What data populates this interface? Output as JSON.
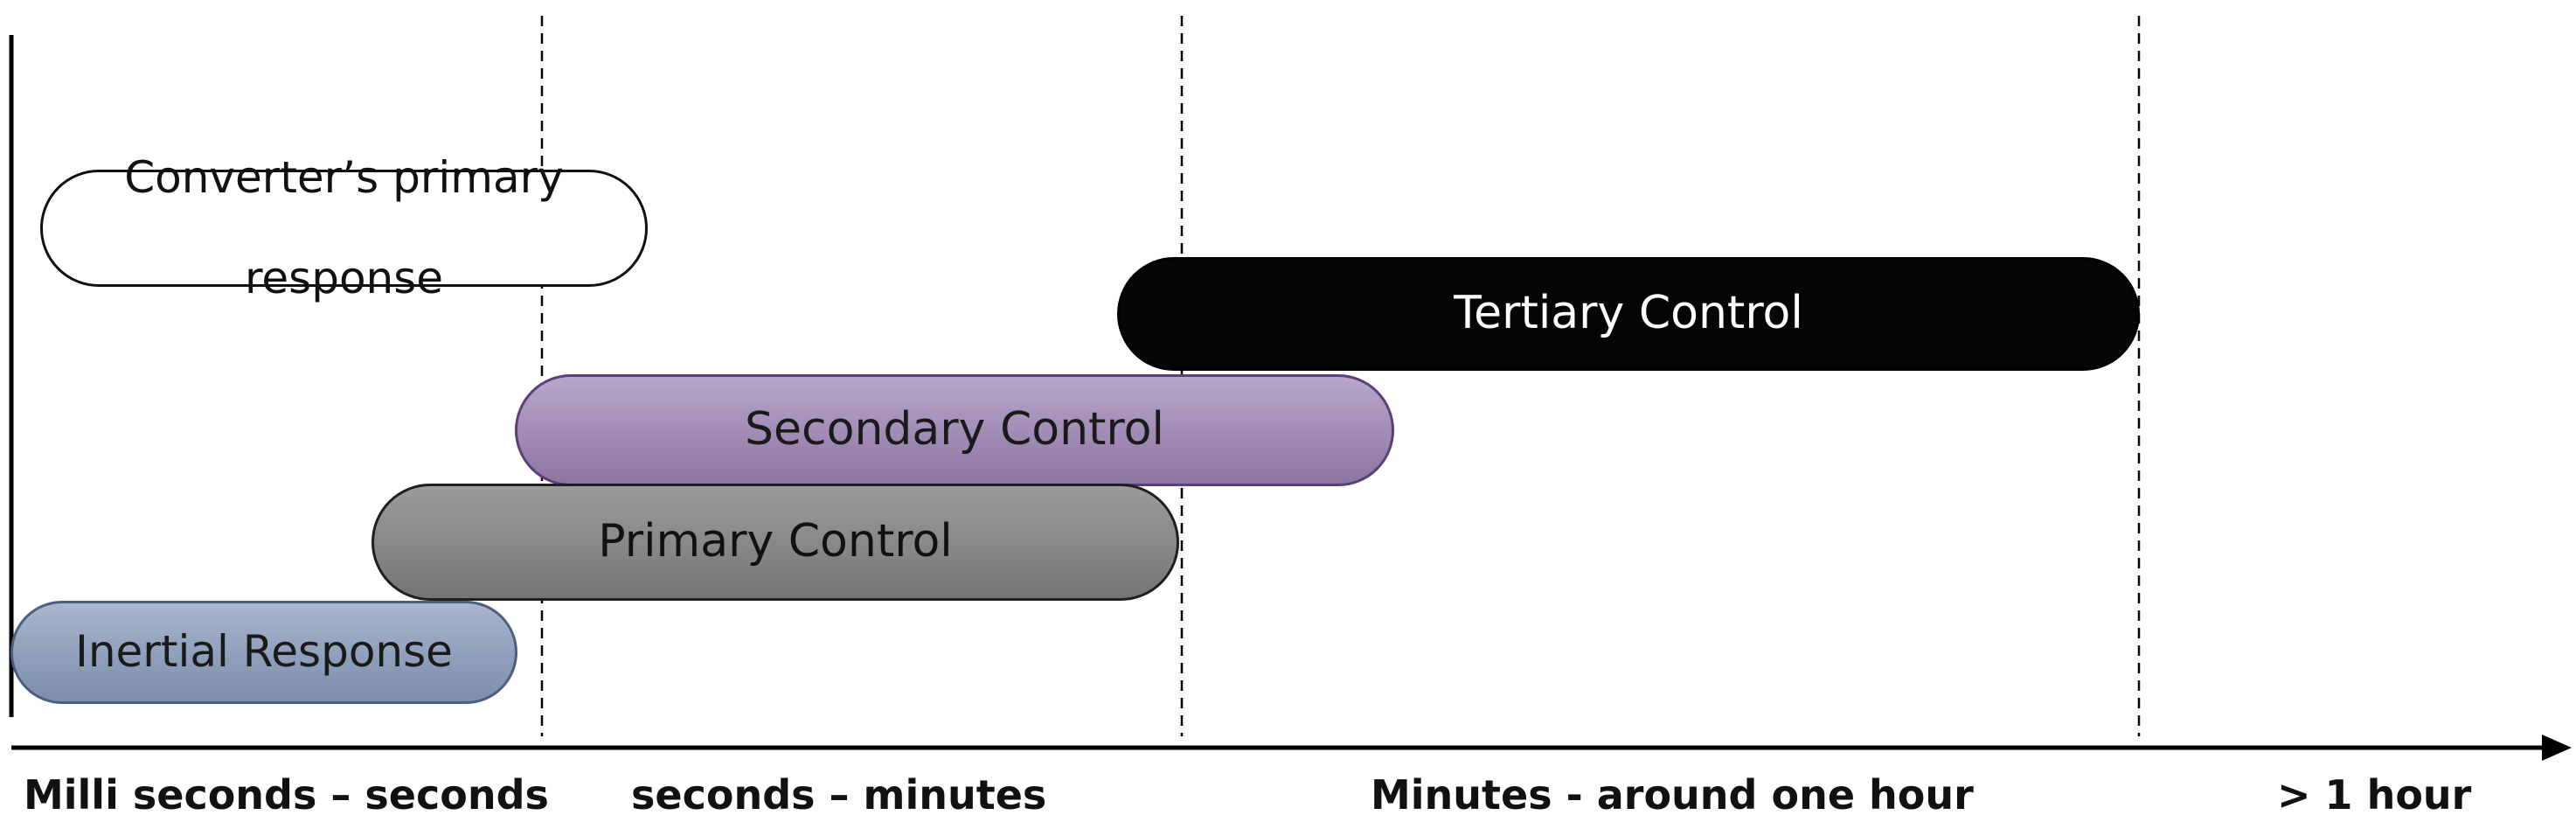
{
  "phases": [
    {
      "id": "milli",
      "label": "Milli seconds – seconds"
    },
    {
      "id": "sec-min",
      "label": "seconds – minutes"
    },
    {
      "id": "min-hour",
      "label": "Minutes - around one hour"
    },
    {
      "id": "over-hour",
      "label": "> 1 hour"
    }
  ],
  "boxes": {
    "converter": {
      "line1": "Converter’s primary",
      "line2": "response",
      "fill": "#ffffff"
    },
    "tertiary": {
      "label": "Tertiary Control",
      "fill": "#050505"
    },
    "secondary": {
      "label": "Secondary Control",
      "fill": "#a08bb5"
    },
    "primary": {
      "label": "Primary Control",
      "fill": "#878787"
    },
    "inertial": {
      "label": "Inertial Response",
      "fill": "#8f9fbb"
    }
  }
}
